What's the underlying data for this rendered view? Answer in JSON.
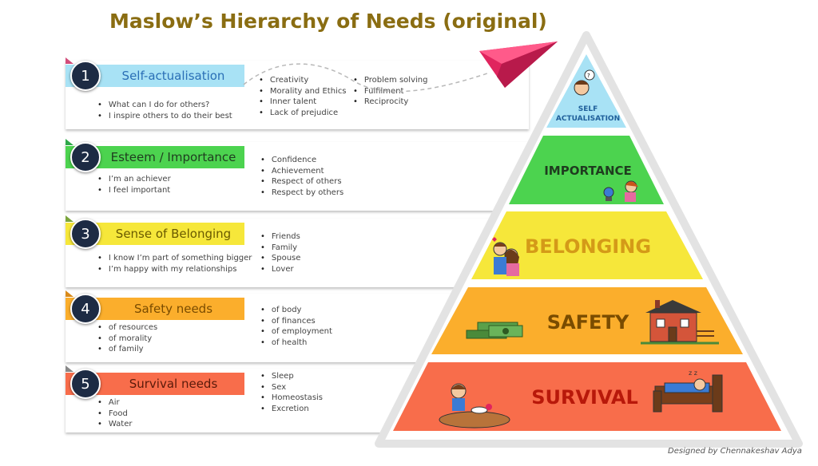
{
  "title": "Maslow’s Hierarchy of Needs (original)",
  "credit": "Designed by Chennakeshav Adya",
  "colors": {
    "title": "#8a6d12",
    "circle": "#1d2b44",
    "self": "#a8e2f5",
    "esteem": "#4cd34f",
    "belonging": "#f6e73a",
    "safety": "#fbae2c",
    "survival": "#f86d4b",
    "plane": "#e0245e"
  },
  "levels": [
    {
      "number": "1",
      "name": "Self-actualisation",
      "left_bullets": [
        "What can I do for others?",
        "I inspire others to do their best"
      ],
      "mid_bullets": [
        "Creativity",
        "Morality and Ethics",
        "Inner talent",
        "Lack of prejudice"
      ],
      "right_bullets": [
        "Problem solving",
        "Fulfilment",
        "Reciprocity"
      ]
    },
    {
      "number": "2",
      "name": "Esteem / Importance",
      "left_bullets": [
        "I’m an achiever",
        "I feel important"
      ],
      "mid_bullets": [
        "Confidence",
        "Achievement",
        "Respect of others",
        "Respect by others"
      ],
      "right_bullets": []
    },
    {
      "number": "3",
      "name": "Sense of Belonging",
      "left_bullets": [
        "I know I’m part of something bigger",
        "I’m happy with my relationships"
      ],
      "mid_bullets": [
        "Friends",
        "Family",
        "Spouse",
        "Lover"
      ],
      "right_bullets": []
    },
    {
      "number": "4",
      "name": "Safety needs",
      "left_bullets": [
        "of resources",
        "of morality",
        "of family"
      ],
      "mid_bullets": [
        "of body",
        "of finances",
        "of employment",
        "of health"
      ],
      "right_bullets": []
    },
    {
      "number": "5",
      "name": "Survival needs",
      "left_bullets": [
        "Air",
        "Food",
        "Water"
      ],
      "mid_bullets": [
        "Sleep",
        "Sex",
        "Homeostasis",
        "Excretion"
      ],
      "right_bullets": []
    }
  ],
  "pyramid": {
    "self_line1": "SELF",
    "self_line2": "ACTUALISATION",
    "importance": "IMPORTANCE",
    "belonging": "BELONGING",
    "safety": "SAFETY",
    "survival": "SURVIVAL"
  },
  "icons": [
    "paper-plane-icon",
    "thinking-child-icon",
    "girl-with-globe-icon",
    "hugging-couple-icon",
    "money-stack-icon",
    "house-icon",
    "eating-child-icon",
    "sleeping-child-icon"
  ]
}
